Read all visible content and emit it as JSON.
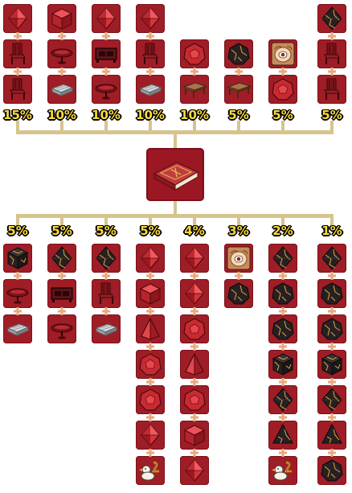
{
  "palette": {
    "tile_bg": "#9f1d26",
    "connector": "#d6c48e",
    "percent_text": "#ffdb37",
    "plus_icon": "#e9a87c"
  },
  "center_item": {
    "icon": "red-book-icon"
  },
  "top_columns": [
    {
      "percent": "15%",
      "items": [
        "red-octahedron-icon",
        "red-chair-icon",
        "red-chair-icon"
      ]
    },
    {
      "percent": "10%",
      "items": [
        "red-cube-icon",
        "red-lamp-icon",
        "grey-step-icon"
      ]
    },
    {
      "percent": "10%",
      "items": [
        "red-octahedron-icon",
        "red-cabinet-icon",
        "red-lamp-icon"
      ]
    },
    {
      "percent": "10%",
      "items": [
        "red-octahedron-icon",
        "red-chair-icon",
        "grey-step-icon"
      ]
    },
    {
      "percent": "10%",
      "items": [
        "red-dodecahedron-icon",
        "wooden-table-icon"
      ]
    },
    {
      "percent": "5%",
      "items": [
        "black-gold-dodecahedron-icon",
        "wooden-table-icon"
      ]
    },
    {
      "percent": "5%",
      "items": [
        "eye-cake-icon",
        "red-dodecahedron-icon"
      ]
    },
    {
      "percent": "5%",
      "items": [
        "black-gold-octahedron-icon",
        "red-chair-icon",
        "red-chair-icon"
      ]
    }
  ],
  "bottom_columns": [
    {
      "percent": "5%",
      "items": [
        "black-gold-cube-icon",
        "red-lamp-icon",
        "grey-step-icon"
      ]
    },
    {
      "percent": "5%",
      "items": [
        "black-gold-octahedron-icon",
        "red-cabinet-icon",
        "red-lamp-icon"
      ]
    },
    {
      "percent": "5%",
      "items": [
        "black-gold-octahedron-icon",
        "red-chair-icon",
        "grey-step-icon"
      ]
    },
    {
      "percent": "5%",
      "items": [
        "red-octahedron-icon",
        "red-cube-icon",
        "red-tetrahedron-icon",
        "red-dodecahedron-icon",
        "red-dodecahedron-icon",
        "red-octahedron-icon",
        "duck-two-icon"
      ]
    },
    {
      "percent": "4%",
      "items": [
        "red-octahedron-icon",
        "red-octahedron-icon",
        "red-dodecahedron-icon",
        "red-tetrahedron-icon",
        "red-dodecahedron-icon",
        "red-cube-icon",
        "red-octahedron-icon"
      ]
    },
    {
      "percent": "3%",
      "items": [
        "eye-cake-icon",
        "black-gold-dodecahedron-icon"
      ]
    },
    {
      "percent": "2%",
      "items": [
        "black-gold-octahedron-icon",
        "black-gold-dodecahedron-icon",
        "black-gold-dodecahedron-icon",
        "black-gold-cube-icon",
        "black-gold-octahedron-icon",
        "black-gold-tetrahedron-icon",
        "duck-two-icon"
      ]
    },
    {
      "percent": "1%",
      "items": [
        "black-gold-octahedron-icon",
        "black-gold-dodecahedron-icon",
        "black-gold-dodecahedron-icon",
        "black-gold-cube-icon",
        "black-gold-octahedron-icon",
        "black-gold-tetrahedron-icon",
        "black-gold-dodecahedron-icon"
      ]
    }
  ]
}
